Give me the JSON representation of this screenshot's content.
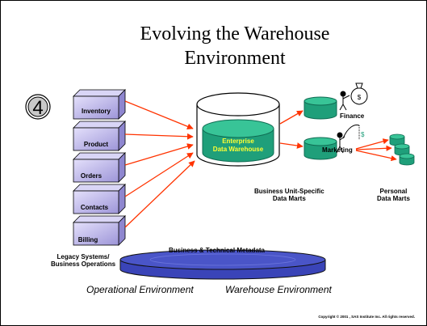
{
  "title_line1": "Evolving the Warehouse",
  "title_line2": "Environment",
  "step_number": "4",
  "legacy_systems": [
    "Inventory",
    "Product",
    "Orders",
    "Contacts",
    "Billing"
  ],
  "legacy_label_line1": "Legacy Systems/",
  "legacy_label_line2": "Business Operations",
  "warehouse_line1": "Enterprise",
  "warehouse_line2": "Data Warehouse",
  "finance_label": "Finance",
  "marketing_label": "Marketing",
  "datamarts_line1": "Business Unit-Specific",
  "datamarts_line2": "Data Marts",
  "personal_line1": "Personal",
  "personal_line2": "Data Marts",
  "metadata_label": "Business & Technical Metadata",
  "operational_env": "Operational Environment",
  "warehouse_env": "Warehouse Environment",
  "copyright": "Copyright © 2001 , SAS Institute Inc. All rights reserved.",
  "colors": {
    "teal": "#1f9f7a",
    "teal_dark": "#0f6b52",
    "arrow": "#ff3300",
    "box": "#b7b0e8",
    "disk": "#4a55c8"
  }
}
